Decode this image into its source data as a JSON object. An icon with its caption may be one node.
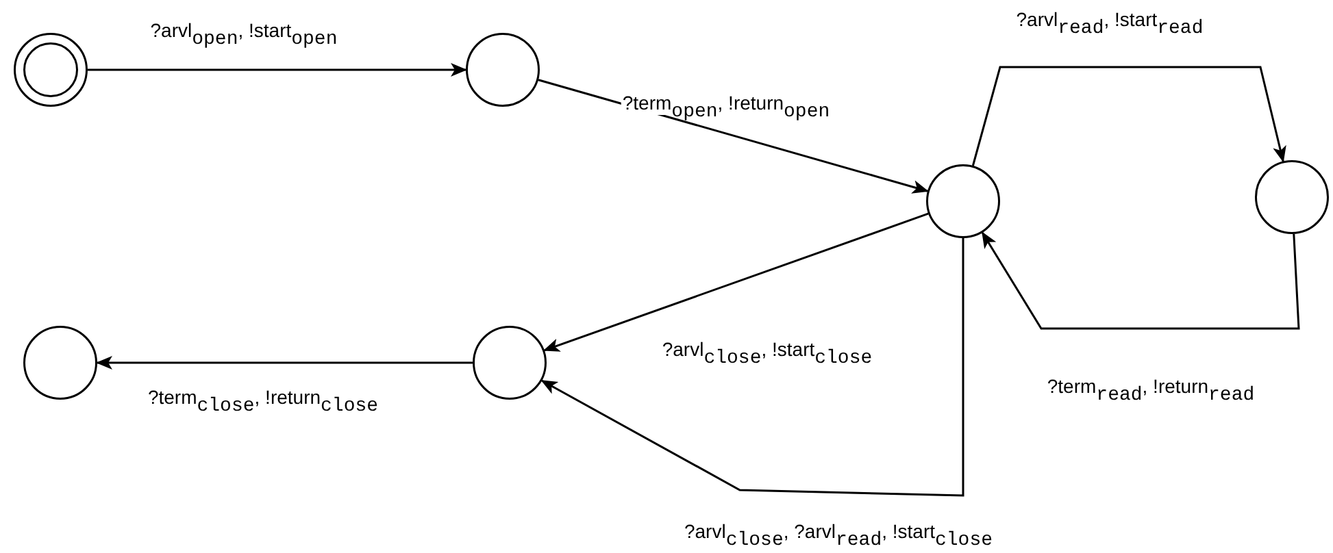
{
  "diagram": {
    "nodes": [
      {
        "text": [],
        "shape": "double-circle"
      },
      {
        "text": [],
        "shape": "circle"
      },
      {
        "text": [],
        "shape": "circle"
      },
      {
        "text": [],
        "shape": "circle"
      },
      {
        "text": [],
        "shape": "circle"
      },
      {
        "text": [],
        "shape": "circle"
      }
    ],
    "edges": [
      {
        "from": 0,
        "to": 1,
        "arrow": "to",
        "label": "?arvl$_{open}$, !start$_{open}$"
      },
      {
        "from": 1,
        "to": 2,
        "arrow": "to",
        "label": "?term$_{open}$, !return$_{open}$"
      },
      {
        "from": 2,
        "to": 3,
        "arrow": "to",
        "label": "?arvl$_{read}$, !start$_{read}$"
      },
      {
        "from": 3,
        "to": 2,
        "arrow": "to",
        "label": "?term$_{read}$, !return$_{read}$"
      },
      {
        "from": 2,
        "to": 4,
        "arrow": "to",
        "label": "?arvl$_{close}$, !start$_{close}$"
      },
      {
        "from": 2,
        "to": 4,
        "arrow": "to",
        "label": "?arvl$_{close}$, ?arvl$_{read}$, !start$_{close}$"
      },
      {
        "from": 4,
        "to": 5,
        "arrow": "to",
        "label": "?term$_{close}$, !return$_{close}$"
      }
    ]
  }
}
